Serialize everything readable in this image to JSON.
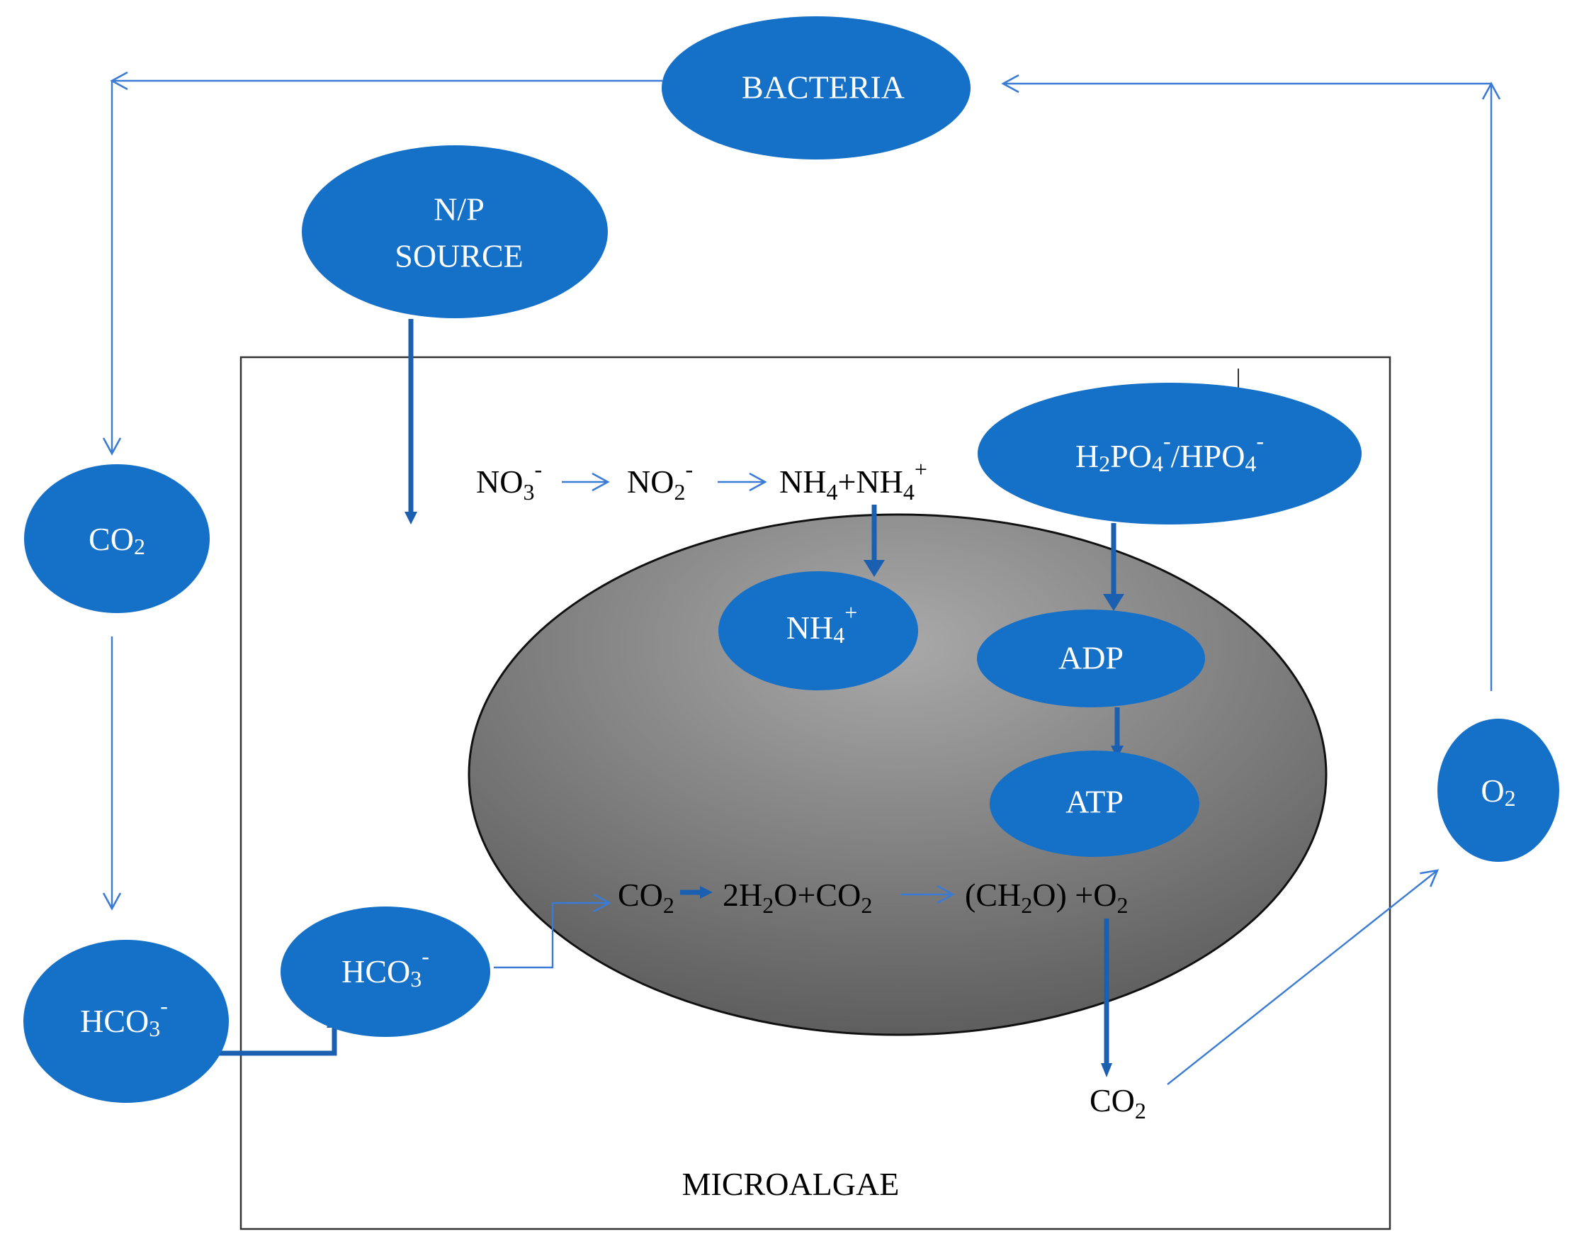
{
  "colors": {
    "node_fill": "#1570c8",
    "thin_arrow": "#3a7bd5",
    "thick_arrow": "#1b5fb0",
    "cell_fill_light": "#a9a9a9",
    "cell_fill_dark": "#5e5e5e",
    "text_dark": "#000000",
    "text_light": "#ffffff"
  },
  "nodes": {
    "bacteria": {
      "label": "BACTERIA"
    },
    "np_source": {
      "line1": "N/P",
      "line2": "SOURCE"
    },
    "co2_outer": {
      "base": "CO",
      "sub": "2"
    },
    "hco3_outer": {
      "base": "HCO",
      "sub": "3",
      "sup": "-"
    },
    "hco3_inner": {
      "base": "HCO",
      "sub": "3",
      "sup": "-"
    },
    "phosphate": {
      "h": "H",
      "sub1": "2",
      "po": "PO",
      "sub2": "4",
      "sup1": "-",
      "slash": "/HPO",
      "sub3": "4",
      "sup2": "-"
    },
    "nh4_inner": {
      "base": "NH",
      "sub": "4",
      "sup": "+"
    },
    "adp": {
      "label": "ADP"
    },
    "atp": {
      "label": "ATP"
    },
    "o2": {
      "base": "O",
      "sub": "2"
    }
  },
  "equations": {
    "nitrogen": {
      "no3": "NO",
      "no3_sub": "3",
      "no3_sup": "-",
      "no2": "NO",
      "no2_sub": "2",
      "no2_sup": "-",
      "nh4": "NH",
      "nh4_sub": "4",
      "plus": "+NH",
      "nh4b_sub": "4",
      "nh4b_sup": "+"
    },
    "carbon": {
      "co2a": "CO",
      "co2a_sub": "2",
      "h2o": "2H",
      "h2o_sub": "2",
      "h2o_rest": "O+CO",
      "h2o_sub2": "2",
      "ch2o": "(CH",
      "ch2o_sub": "2",
      "ch2o_rest": "O) +O",
      "ch2o_sub2": "2"
    },
    "co2_released": {
      "base": "CO",
      "sub": "2"
    }
  },
  "cell_label": "MICROALGAE"
}
